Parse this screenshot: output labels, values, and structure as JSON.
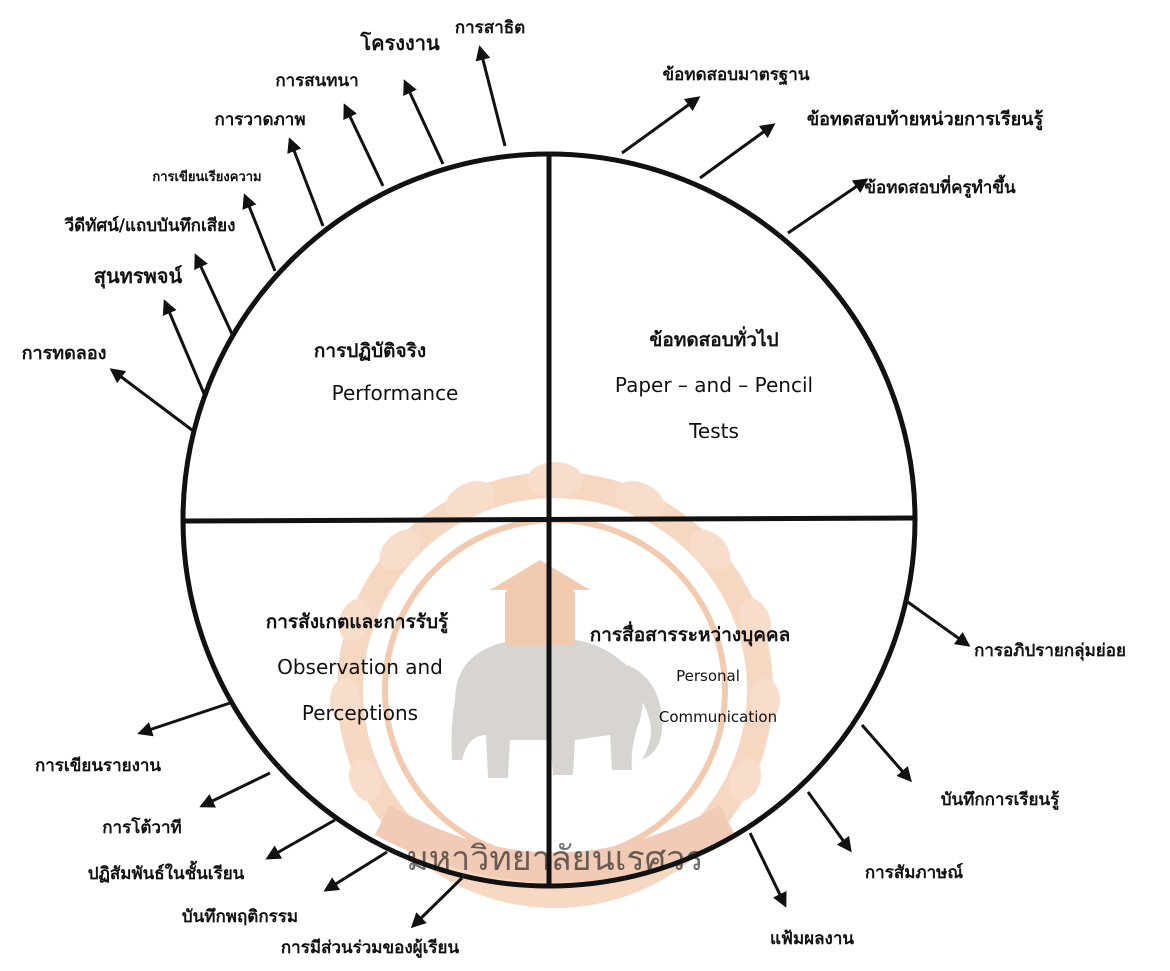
{
  "quadrants": {
    "top_left": {
      "title": "การปฏิบัติจริง",
      "subtitle_lines": [
        "Performance"
      ]
    },
    "top_right": {
      "title": "ข้อทดสอบทั่วไป",
      "subtitle_lines": [
        "Paper – and – Pencil",
        "Tests"
      ]
    },
    "bottom_left": {
      "title": "การสังเกตและการรับรู้",
      "subtitle_lines": [
        "Observation and",
        "Perceptions"
      ]
    },
    "bottom_right": {
      "title": "การสื่อสารระหว่างบุคคล",
      "subtitle_lines": [
        "Personal",
        "Communication"
      ]
    }
  },
  "arrow_labels": {
    "performance": [
      "การสาธิต",
      "โครงงาน",
      "การสนทนา",
      "การวาดภาพ",
      "การเขียนเรียงความ",
      "วีดีทัศน์/แถบบันทึกเสียง",
      "สุนทรพจน์",
      "การทดลอง"
    ],
    "tests": [
      "ข้อทดสอบมาตรฐาน",
      "ข้อทดสอบท้ายหน่วยการเรียนรู้",
      "ข้อทดสอบที่ครูทำขึ้น"
    ],
    "observation": [
      "การเขียนรายงาน",
      "การโต้วาที",
      "ปฏิสัมพันธ์ในชั้นเรียน",
      "บันทึกพฤติกรรม",
      "การมีส่วนร่วมของผู้เรียน"
    ],
    "communication": [
      "การอภิปรายกลุ่มย่อย",
      "บันทึกการเรียนรู้",
      "การสัมภาษณ์",
      "แฟ้มผลงาน"
    ]
  },
  "watermark": {
    "seal_text": "มหาวิทยาลัยนเรศวร",
    "color": "#e8a070"
  },
  "colors": {
    "line": "#111111",
    "background": "#ffffff"
  }
}
